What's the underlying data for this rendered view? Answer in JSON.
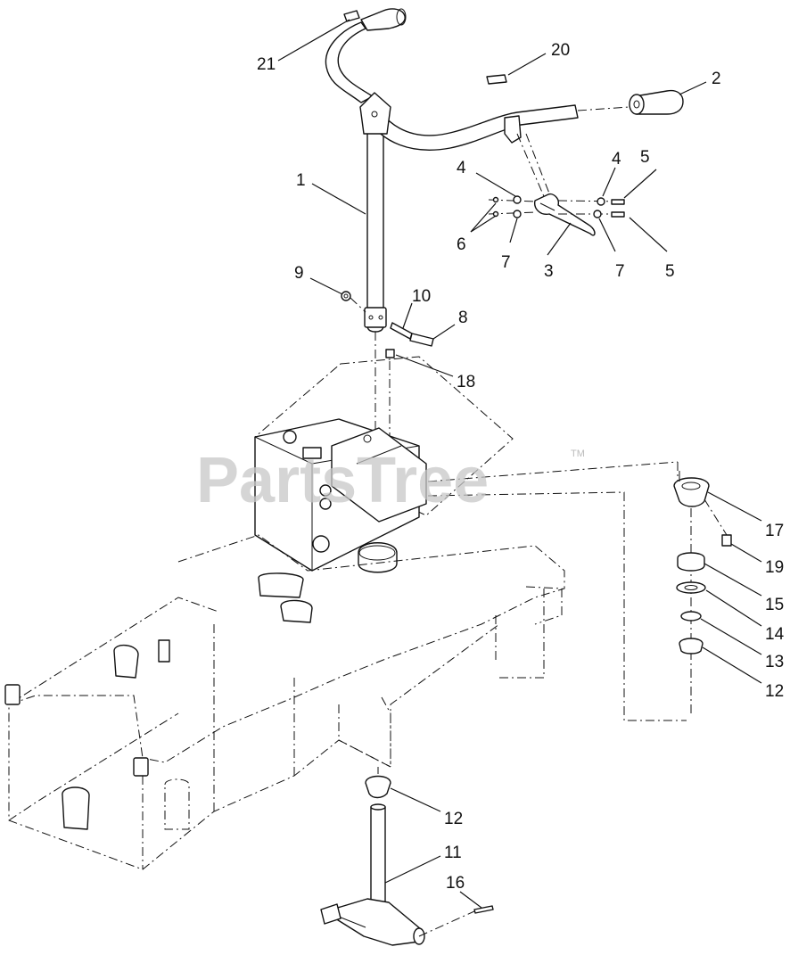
{
  "watermark": {
    "brand": "PartsTree",
    "trademark": "TM"
  },
  "callouts": [
    "21",
    "20",
    "2",
    "1",
    "4",
    "4",
    "5",
    "6",
    "7",
    "3",
    "7",
    "5",
    "9",
    "10",
    "8",
    "18",
    "17",
    "19",
    "15",
    "14",
    "13",
    "12",
    "12",
    "11",
    "16"
  ]
}
